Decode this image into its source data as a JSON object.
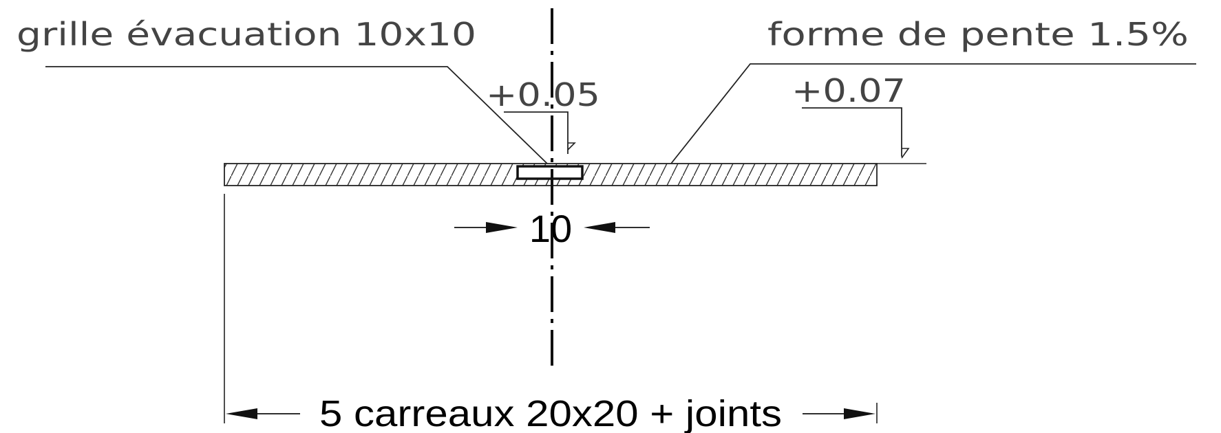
{
  "labels": {
    "grille": "grille évacuation 10x10",
    "pente": "forme de pente 1.5%",
    "level_left": "+0.05",
    "level_right": "+0.07",
    "dim_drain": "10",
    "dim_total": "5 carreaux 20x20 + joints"
  },
  "colors": {
    "line": "#222222",
    "text": "#444444",
    "background": "#ffffff"
  }
}
